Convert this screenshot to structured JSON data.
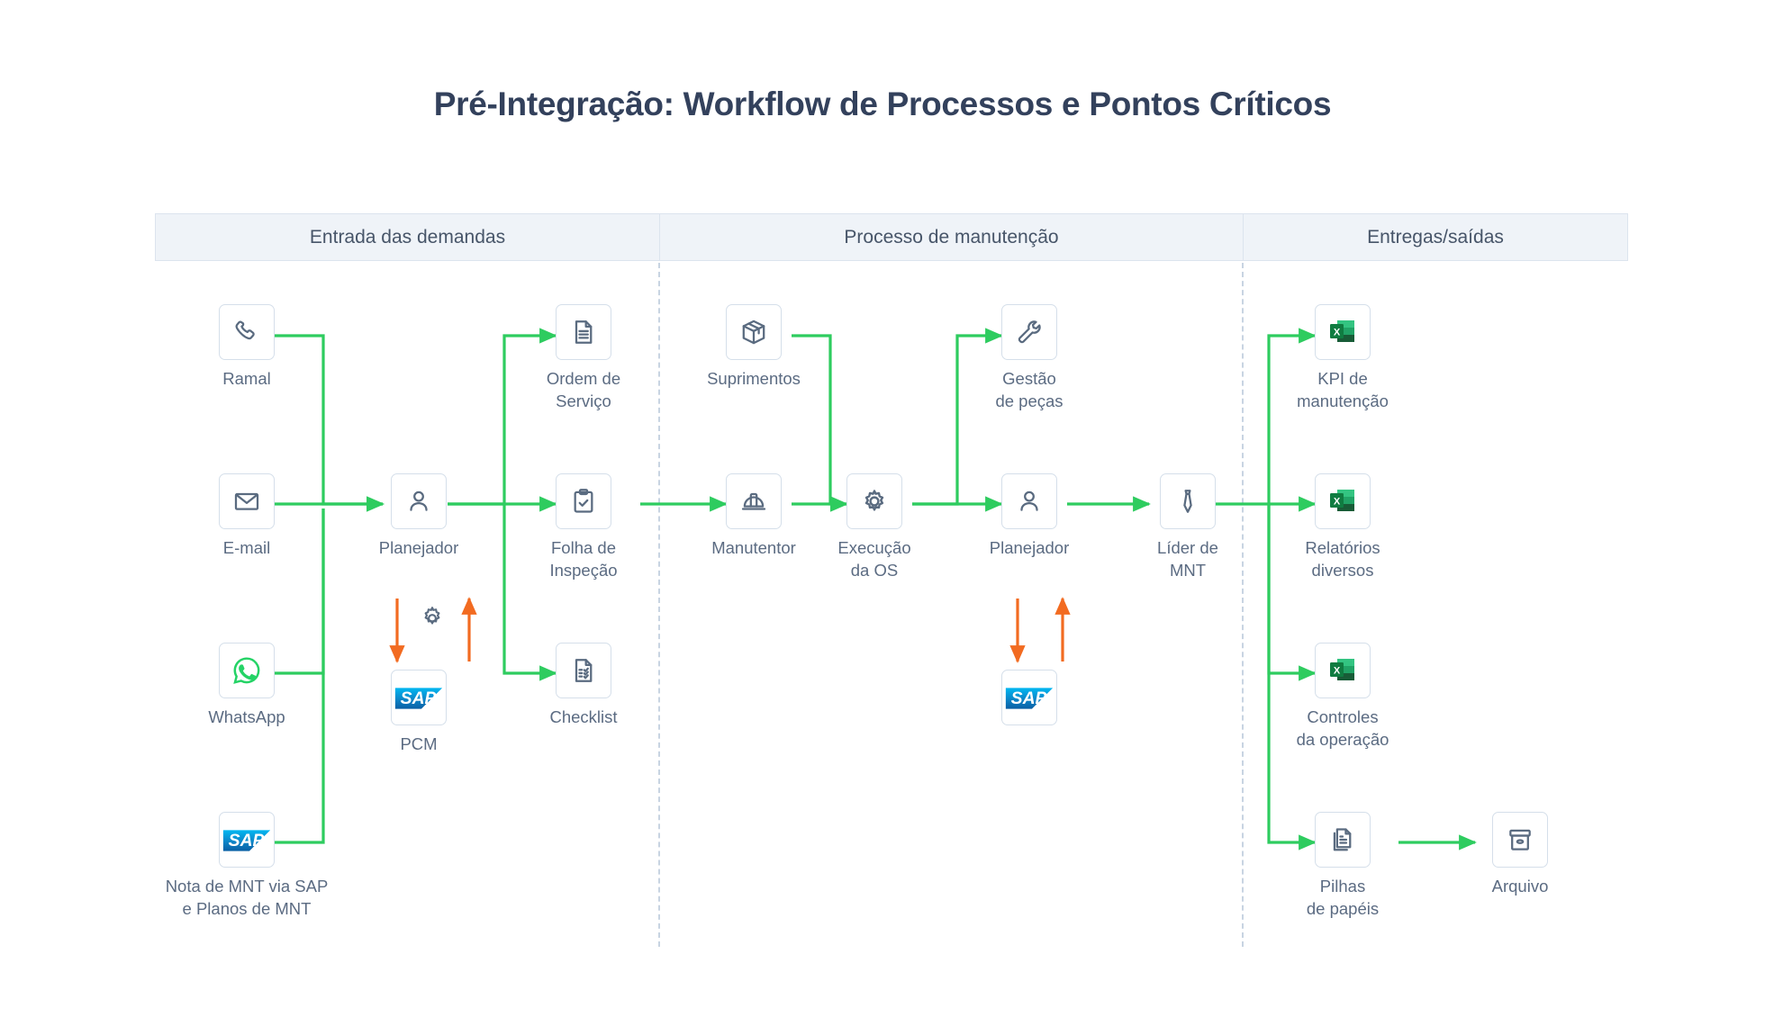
{
  "page": {
    "title": "Pré-Integração: Workflow de Processos e Pontos Críticos",
    "background": "#FFFFFF"
  },
  "colors": {
    "title_text": "#33415C",
    "band_background": "#EFF3F8",
    "band_border": "#DCE4EE",
    "node_border": "#D5DFEA",
    "icon_stroke": "#5A6B80",
    "caption_text": "#5B6B82",
    "flow_arrow_green": "#2ECC5F",
    "bidirectional_arrow_orange": "#F26B21",
    "divider_dashed": "#C8D4E2",
    "sap_blue_light": "#00AEEF",
    "sap_blue_dark": "#0A6BB0",
    "excel_green_dark": "#1D6F42",
    "excel_green_light": "#33C481",
    "whatsapp_green": "#25D366"
  },
  "band": {
    "sections": [
      {
        "id": "entrada",
        "label": "Entrada das demandas"
      },
      {
        "id": "processo",
        "label": "Processo de manutenção"
      },
      {
        "id": "entregas",
        "label": "Entregas/saídas"
      }
    ]
  },
  "nodes": [
    {
      "id": "ramal",
      "label": "Ramal",
      "icon": "phone-icon",
      "section": "entrada"
    },
    {
      "id": "email",
      "label": "E-mail",
      "icon": "envelope-icon",
      "section": "entrada"
    },
    {
      "id": "whatsapp",
      "label": "WhatsApp",
      "icon": "whatsapp-icon",
      "section": "entrada"
    },
    {
      "id": "nota-sap",
      "label": "Nota de MNT via SAP\ne Planos de MNT",
      "icon": "sap-logo-icon",
      "section": "entrada"
    },
    {
      "id": "planejador-1",
      "label": "Planejador",
      "icon": "person-icon",
      "section": "entrada"
    },
    {
      "id": "pcm",
      "label": "PCM",
      "icon": "sap-logo-icon",
      "section": "entrada"
    },
    {
      "id": "ordem",
      "label": "Ordem de\nServiço",
      "icon": "document-icon",
      "section": "entrada"
    },
    {
      "id": "folha",
      "label": "Folha de\nInspeção",
      "icon": "clipboard-check-icon",
      "section": "entrada"
    },
    {
      "id": "checklist",
      "label": "Checklist",
      "icon": "checklist-icon",
      "section": "entrada"
    },
    {
      "id": "suprimentos",
      "label": "Suprimentos",
      "icon": "box-icon",
      "section": "processo"
    },
    {
      "id": "manutentor",
      "label": "Manutentor",
      "icon": "hardhat-icon",
      "section": "processo"
    },
    {
      "id": "execucao",
      "label": "Execução\nda OS",
      "icon": "gear-icon",
      "section": "processo"
    },
    {
      "id": "gestao-pecas",
      "label": "Gestão\nde peças",
      "icon": "wrench-icon",
      "section": "processo"
    },
    {
      "id": "planejador-2",
      "label": "Planejador",
      "icon": "person-icon",
      "section": "processo"
    },
    {
      "id": "sap-2",
      "label": "",
      "icon": "sap-logo-icon",
      "section": "processo"
    },
    {
      "id": "lider",
      "label": "Líder de\nMNT",
      "icon": "tie-icon",
      "section": "processo"
    },
    {
      "id": "kpi",
      "label": "KPI de\nmanutenção",
      "icon": "excel-icon",
      "section": "entregas"
    },
    {
      "id": "relatorios",
      "label": "Relatórios\ndiversos",
      "icon": "excel-icon",
      "section": "entregas"
    },
    {
      "id": "controles",
      "label": "Controles\nda operação",
      "icon": "excel-icon",
      "section": "entregas"
    },
    {
      "id": "pilhas",
      "label": "Pilhas\nde papéis",
      "icon": "papers-icon",
      "section": "entregas"
    },
    {
      "id": "arquivo",
      "label": "Arquivo",
      "icon": "archive-box-icon",
      "section": "entregas"
    }
  ],
  "flows": [
    {
      "from": "ramal",
      "to": "planejador-1",
      "color": "green"
    },
    {
      "from": "email",
      "to": "planejador-1",
      "color": "green"
    },
    {
      "from": "whatsapp",
      "to": "planejador-1",
      "color": "green"
    },
    {
      "from": "nota-sap",
      "to": "planejador-1",
      "color": "green"
    },
    {
      "from": "planejador-1",
      "to": "ordem",
      "color": "green"
    },
    {
      "from": "planejador-1",
      "to": "folha",
      "color": "green"
    },
    {
      "from": "planejador-1",
      "to": "checklist",
      "color": "green"
    },
    {
      "from": "planejador-1",
      "to": "pcm",
      "color": "orange",
      "bidirectional": true,
      "badge": "gear-icon"
    },
    {
      "from": "folha",
      "to": "manutentor",
      "color": "green"
    },
    {
      "from": "manutentor",
      "to": "execucao",
      "color": "green"
    },
    {
      "from": "suprimentos",
      "to": "execucao",
      "color": "green"
    },
    {
      "from": "execucao",
      "to": "planejador-2",
      "color": "green"
    },
    {
      "from": "execucao",
      "to": "gestao-pecas",
      "color": "green"
    },
    {
      "from": "planejador-2",
      "to": "lider",
      "color": "green"
    },
    {
      "from": "planejador-2",
      "to": "sap-2",
      "color": "orange",
      "bidirectional": true
    },
    {
      "from": "lider",
      "to": "kpi",
      "color": "green"
    },
    {
      "from": "lider",
      "to": "relatorios",
      "color": "green"
    },
    {
      "from": "lider",
      "to": "controles",
      "color": "green"
    },
    {
      "from": "lider",
      "to": "pilhas",
      "color": "green"
    },
    {
      "from": "pilhas",
      "to": "arquivo",
      "color": "green"
    }
  ],
  "sap_logo": {
    "text": "SAP"
  },
  "excel_logo": {
    "text": "X"
  }
}
